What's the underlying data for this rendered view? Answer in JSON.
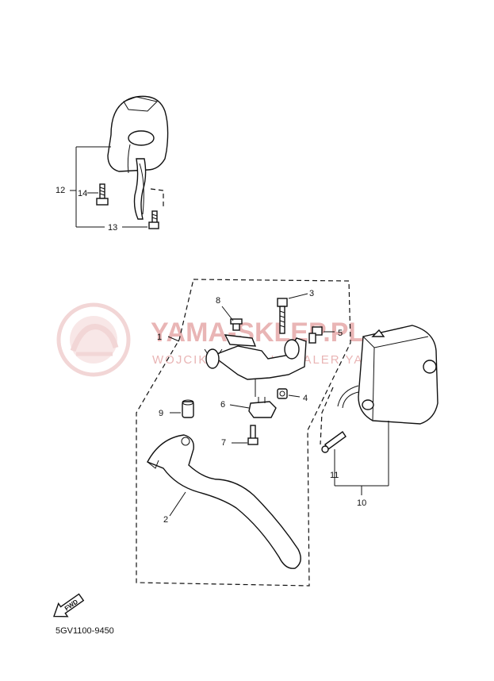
{
  "watermark": {
    "brand": "YAMA-SKLEP.PL",
    "subtitle": "WOJCIK OFFICIAL DEALER YAMAHA",
    "color": "#e9b5b5"
  },
  "callouts": {
    "p1": "1",
    "p2": "2",
    "p3": "3",
    "p4": "4",
    "p5": "5",
    "p6": "6",
    "p7": "7",
    "p8": "8",
    "p9": "9",
    "p10": "10",
    "p11": "11",
    "p12": "12",
    "p13": "13",
    "p14": "14"
  },
  "fwd_label": "FWD",
  "diagram_code": "5GV1100-9450",
  "colors": {
    "line": "#111111",
    "background": "#ffffff"
  }
}
